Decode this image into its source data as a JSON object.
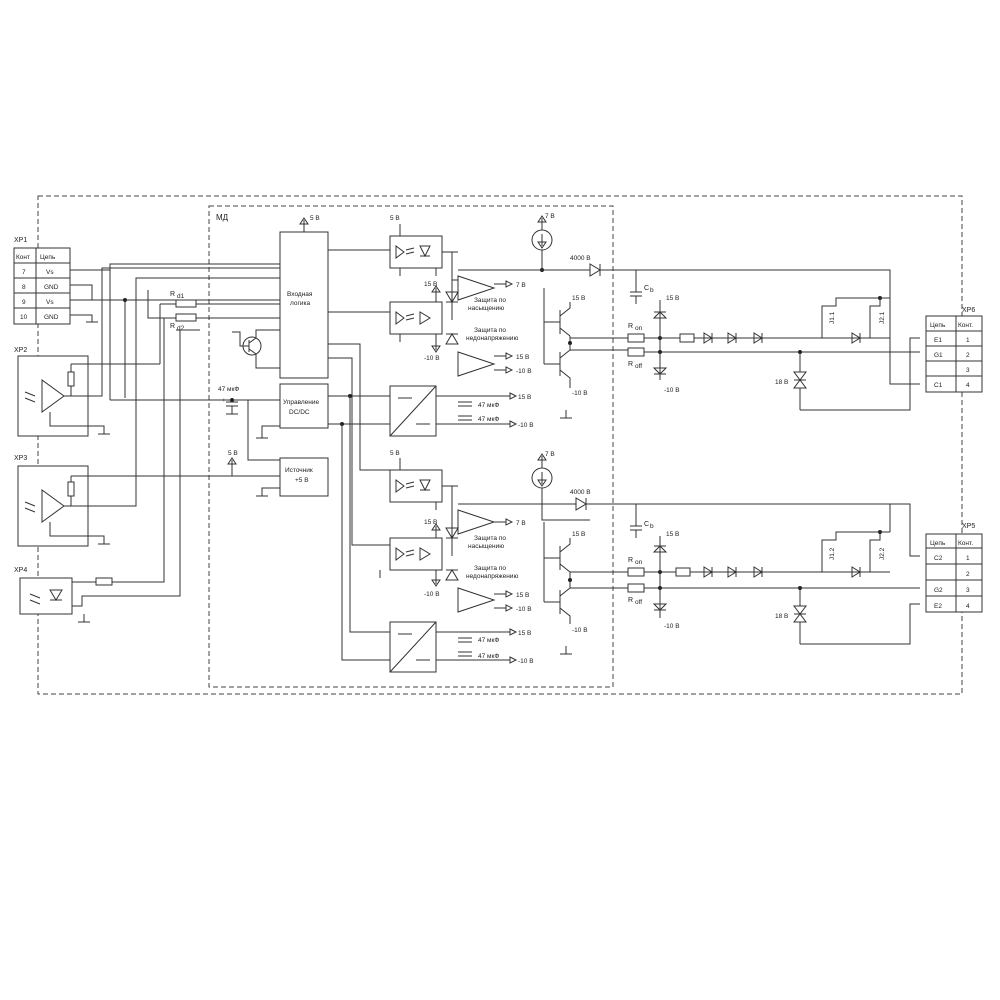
{
  "module_label": "МД",
  "blocks": {
    "input_logic": [
      "Входная",
      "логика"
    ],
    "dcdc_control": [
      "Управление",
      "DC/DC"
    ],
    "source": [
      "Источник",
      "+5 В"
    ]
  },
  "connectors": {
    "xp1": {
      "title": "XP1",
      "header": [
        "Конт",
        "Цепь"
      ],
      "rows": [
        [
          "7",
          "Vs"
        ],
        [
          "8",
          "GND"
        ],
        [
          "9",
          "Vs"
        ],
        [
          "10",
          "GND"
        ]
      ]
    },
    "xp2": {
      "title": "XP2"
    },
    "xp3": {
      "title": "XP3"
    },
    "xp4": {
      "title": "XP4"
    },
    "xp5": {
      "title": "XP5",
      "header": [
        "Цепь",
        "Конт."
      ],
      "rows": [
        [
          "C2",
          "1"
        ],
        [
          "",
          "2"
        ],
        [
          "G2",
          "3"
        ],
        [
          "E2",
          "4"
        ]
      ]
    },
    "xp6": {
      "title": "XP6",
      "header": [
        "Цепь",
        "Конт."
      ],
      "rows": [
        [
          "E1",
          "1"
        ],
        [
          "G1",
          "2"
        ],
        [
          "",
          "3"
        ],
        [
          "C1",
          "4"
        ]
      ]
    }
  },
  "resistors": {
    "rd1": "R",
    "rd1_sub": "d1",
    "rd2": "R",
    "rd2_sub": "d2"
  },
  "labels": {
    "v5": "5 В",
    "v7": "7 В",
    "v15": "15 В",
    "vm10": "-10 В",
    "v4000": "4000 В",
    "v18": "18 В",
    "c47": "47 мкФ",
    "cb": "C",
    "cb_sub": "b",
    "ron": "R",
    "ron_sub": "on",
    "roff": "R",
    "roff_sub": "off",
    "sat1": "Защита по",
    "sat2": "насыщению",
    "und1": "Защита по",
    "und2": "недонапряжению",
    "j11": "J1.1",
    "j21": "J2.1",
    "j12": "J1.2",
    "j22": "J2.2"
  }
}
